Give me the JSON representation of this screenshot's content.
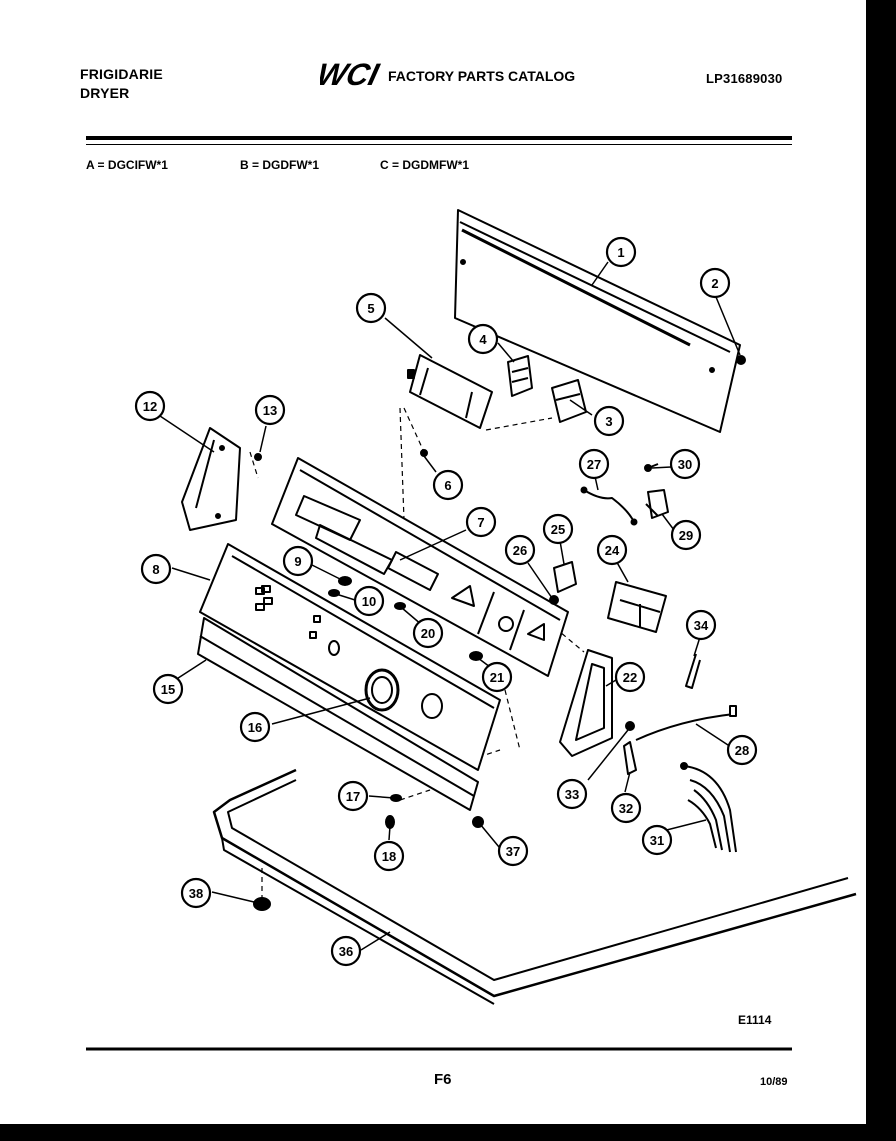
{
  "header": {
    "brand": "FRIGIDARIE",
    "product": "DRYER",
    "logo": "WCI",
    "catalog_title": "FACTORY PARTS CATALOG",
    "catalog_number": "LP31689030"
  },
  "models": [
    {
      "label": "A = DGCIFW*1"
    },
    {
      "label": "B = DGDFW*1"
    },
    {
      "label": "C = DGDMFW*1"
    }
  ],
  "callouts": [
    "1",
    "2",
    "3",
    "4",
    "5",
    "6",
    "7",
    "8",
    "9",
    "10",
    "12",
    "13",
    "15",
    "16",
    "17",
    "18",
    "20",
    "21",
    "22",
    "24",
    "25",
    "26",
    "27",
    "28",
    "29",
    "30",
    "31",
    "32",
    "33",
    "34",
    "36",
    "37",
    "38"
  ],
  "footer": {
    "diagram_code": "E1114",
    "page": "F6",
    "date": "10/89"
  }
}
